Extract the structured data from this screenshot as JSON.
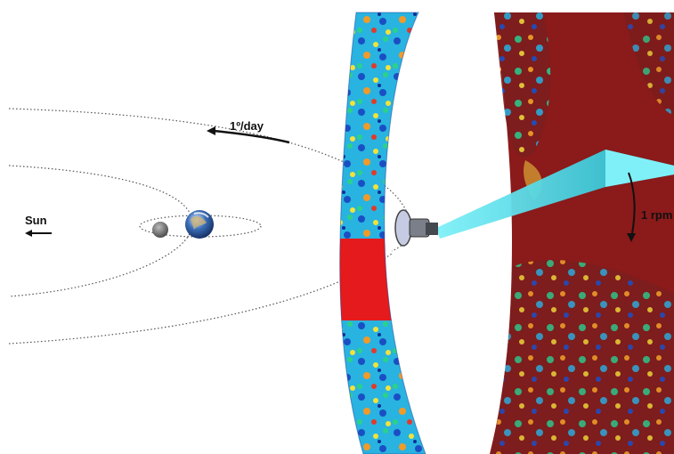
{
  "labels": {
    "sun": "Sun",
    "orbit_rate": "1º/day",
    "spin_rate": "1 rpm"
  },
  "colors": {
    "background": "#ffffff",
    "orbit_line": "#555555",
    "arrow": "#111111",
    "sky_ring_blue": "#1f6bd6",
    "sky_ring_red": "#e41a1c",
    "big_ring_maroon": "#8b1a1a",
    "beam_cyan": "#2fd7e6"
  },
  "icons": [
    "sun-arrow-icon",
    "moon-icon",
    "earth-icon",
    "spacecraft-icon",
    "spin-arrow-icon"
  ]
}
